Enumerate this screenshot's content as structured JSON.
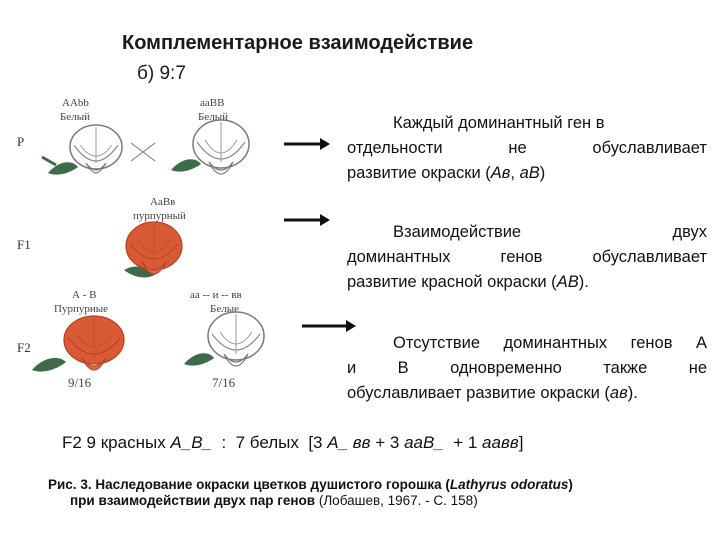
{
  "title": "Комплементарное взаимодействие",
  "subtitle": "б) 9:7",
  "generations": {
    "p": "P",
    "f1": "F1",
    "f2": "F2"
  },
  "flowers": {
    "p_left": {
      "genotype": "ААbb",
      "color_name": "Белый"
    },
    "p_right": {
      "genotype": "aaBB",
      "color_name": "Белый"
    },
    "f1": {
      "genotype": "AaBв",
      "color_name": "пурпурный"
    },
    "f2_left": {
      "genotype": "А - В",
      "color_name": "Пурпурные",
      "ratio": "9/16"
    },
    "f2_right": {
      "genotype": "аа -- и -- вв",
      "color_name": "Белые",
      "ratio": "7/16"
    }
  },
  "statements": [
    {
      "lines": [
        "Каждый доминантный ген в",
        "отдельности не обуславливает"
      ],
      "last_line_prefix": "развитие окраски (",
      "last_line_italic_1": "Ав",
      "last_line_sep": ", ",
      "last_line_italic_2": "аВ",
      "last_line_suffix": ")"
    },
    {
      "lines": [
        "Взаимодействие двух",
        "доминантных генов обуславливает"
      ],
      "last_line_prefix": "развитие красной окраски (",
      "last_line_italic_1": "АВ",
      "last_line_suffix": ")."
    },
    {
      "lines": [
        "Отсутствие доминантных генов А",
        "и В одновременно также не"
      ],
      "last_line_prefix": "обуславливает развитие окраски (",
      "last_line_italic_1": "ав",
      "last_line_suffix": ")."
    }
  ],
  "f2_result": {
    "prefix": "F2 9 красных ",
    "genotype_red": "А_В_",
    "middle": "  :  7 белых  [3 ",
    "g1": "А_ вв",
    "plus1": " + 3 ",
    "g2": "ааВ_",
    "plus2": "  + 1 ",
    "g3": "аавв",
    "suffix": "]"
  },
  "caption": {
    "line1_prefix": "Рис. 3. Наследование окраски цветков душистого горошка (",
    "line1_italic": "Lathyrus odoratus",
    "line1_suffix": ")",
    "line2_bold": "при взаимодействии двух пар генов ",
    "line2_normal": "(Лобашев, 1967. - С. 158)"
  },
  "colors": {
    "red_petal": "#d95a36",
    "red_petal_dark": "#b8401f",
    "white_petal": "#ffffff",
    "petal_outline": "#7a7a7a",
    "leaf": "#3f6b4b",
    "arrow": "#111111"
  }
}
